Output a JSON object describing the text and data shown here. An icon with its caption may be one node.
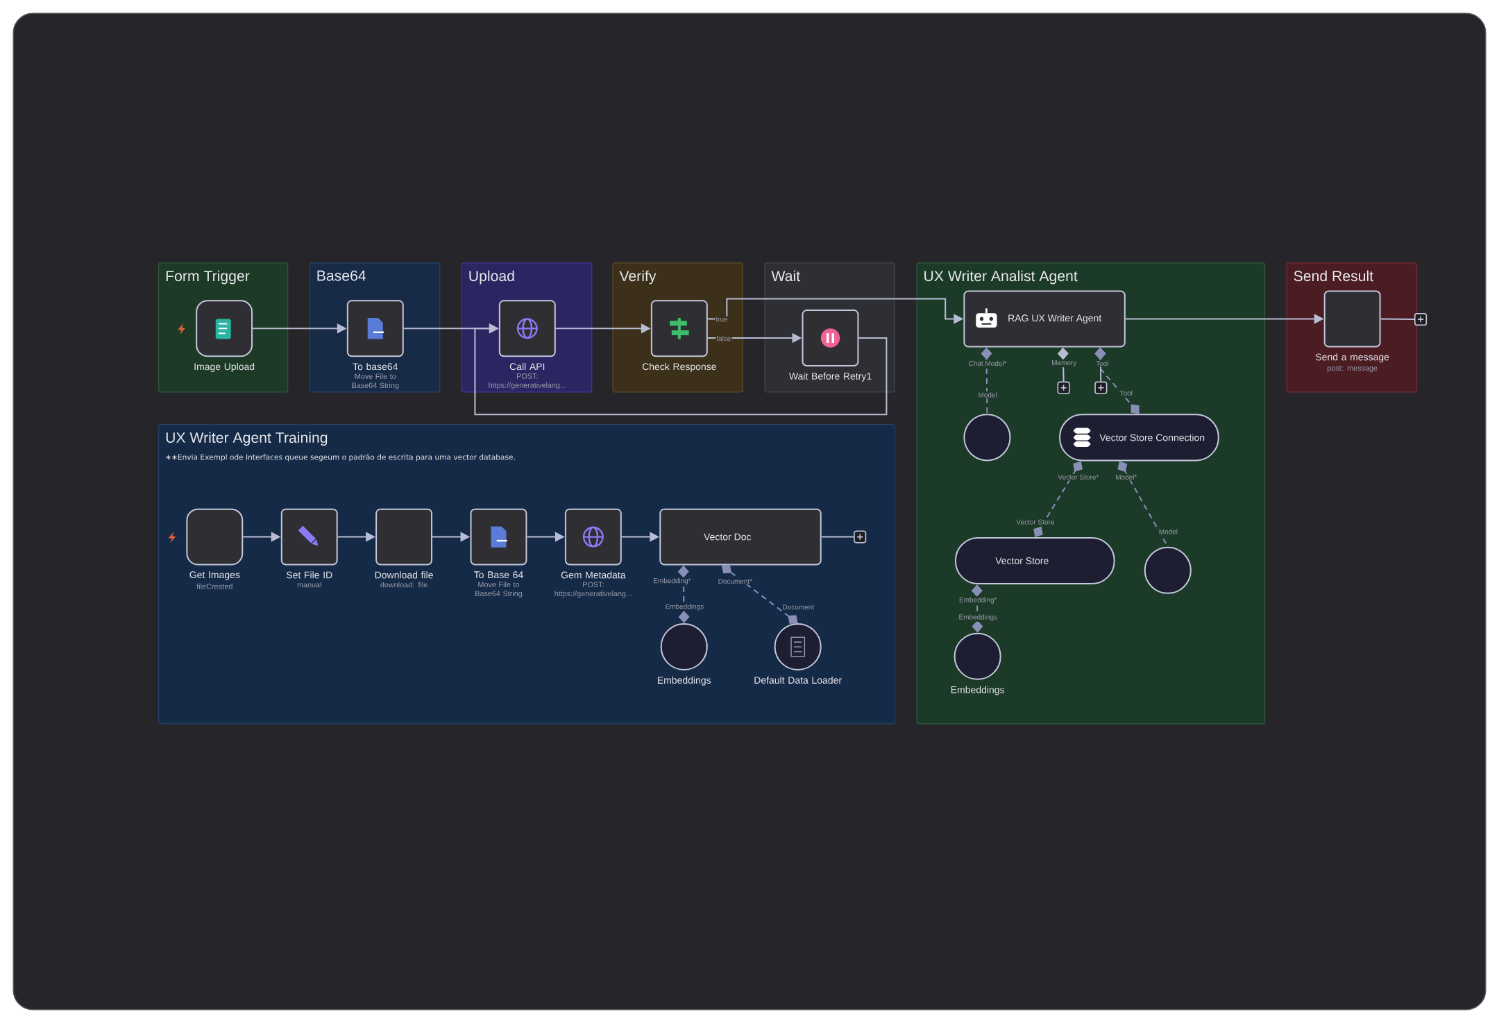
{
  "diagram": {
    "nodes": [
      {
        "text": [
          "Form Trigger"
        ]
      },
      {
        "text": [
          "Image Upload"
        ],
        "in": 0
      },
      {
        "text": [
          "Base64"
        ]
      },
      {
        "text": [
          "To base64",
          "Move File to Base64 String"
        ],
        "in": 2
      },
      {
        "text": [
          "Upload"
        ]
      },
      {
        "text": [
          "Call API",
          "POST: https://generativelang..."
        ],
        "in": 4
      },
      {
        "text": [
          "Verify"
        ]
      },
      {
        "text": [
          "Check Response"
        ],
        "in": 6
      },
      {
        "text": [
          "Wait"
        ]
      },
      {
        "text": [
          "Wait Before Retry1"
        ],
        "in": 8
      },
      {
        "text": [
          "UX Writer Analist Agent"
        ]
      },
      {
        "text": [
          "RAG UX Writer Agent"
        ],
        "in": 10
      },
      {
        "text": [],
        "shape": "box",
        "in": 10
      },
      {
        "text": [],
        "shape": "box",
        "in": 10
      },
      {
        "text": [],
        "shape": "circle",
        "in": 10
      },
      {
        "text": [
          "Vector Store Connection"
        ],
        "in": 10
      },
      {
        "text": [
          "Vector Store"
        ],
        "in": 10
      },
      {
        "text": [],
        "shape": "circle",
        "in": 10
      },
      {
        "text": [
          "Embeddings"
        ],
        "in": 10
      },
      {
        "text": [
          "Send Result"
        ]
      },
      {
        "text": [
          "Send a message",
          "post: message"
        ],
        "in": 19
      },
      {
        "text": [],
        "shape": "box"
      },
      {
        "text": [
          "UX Writer Agent Training",
          "∗∗Envia Exempl ode Interfaces queue segeum o padrão de escrita para uma vector database."
        ]
      },
      {
        "text": [
          "Get Images",
          "fileCreated"
        ],
        "in": 22
      },
      {
        "text": [
          "Set File ID",
          "manual"
        ],
        "in": 22
      },
      {
        "text": [
          "Download file",
          "download: file"
        ],
        "in": 22
      },
      {
        "text": [
          "To Base 64",
          "Move File to Base64 String"
        ],
        "in": 22
      },
      {
        "text": [
          "Gem Metadata",
          "POST: https://generativelang..."
        ],
        "in": 22
      },
      {
        "text": [
          "Vector Doc"
        ],
        "in": 22
      },
      {
        "text": [],
        "shape": "box",
        "in": 22
      },
      {
        "text": [
          "Embeddings"
        ],
        "in": 22
      },
      {
        "text": [
          "Default Data Loader"
        ],
        "in": 22
      }
    ],
    "edges": [
      {
        "from": 1,
        "to": 3,
        "arrow": "to"
      },
      {
        "from": 3,
        "to": 5,
        "arrow": "to"
      },
      {
        "from": 5,
        "to": 7,
        "arrow": "to"
      },
      {
        "from": 7,
        "to": 11,
        "arrow": "to",
        "label": "true"
      },
      {
        "from": 7,
        "to": 9,
        "arrow": "to",
        "label": "false"
      },
      {
        "from": 9,
        "to": 5,
        "arrow": "to"
      },
      {
        "from": 11,
        "to": 20,
        "arrow": "to"
      },
      {
        "from": 11,
        "to": 14,
        "arrow": "other",
        "style": "dashed",
        "color": "#8a8fb8"
      },
      {
        "from": 11,
        "to": 12,
        "arrow": "other"
      },
      {
        "from": 11,
        "to": 13,
        "arrow": "other"
      },
      {
        "from": 11,
        "to": 15,
        "arrow": "other",
        "style": "dashed",
        "color": "#8a8fb8"
      },
      {
        "from": 15,
        "to": 16,
        "arrow": "other",
        "style": "dashed",
        "color": "#8a8fb8"
      },
      {
        "from": 15,
        "to": 17,
        "arrow": "other",
        "style": "dashed",
        "color": "#8a8fb8"
      },
      {
        "from": 16,
        "to": 18,
        "arrow": "other",
        "style": "dashed",
        "color": "#8a8fb8"
      },
      {
        "from": 20,
        "to": 21,
        "arrow": "none"
      },
      {
        "from": 23,
        "to": 24,
        "arrow": "to"
      },
      {
        "from": 24,
        "to": 25,
        "arrow": "to"
      },
      {
        "from": 25,
        "to": 26,
        "arrow": "to"
      },
      {
        "from": 26,
        "to": 27,
        "arrow": "to"
      },
      {
        "from": 27,
        "to": 28,
        "arrow": "to"
      },
      {
        "from": 28,
        "to": 29,
        "arrow": "none"
      },
      {
        "from": 28,
        "to": 30,
        "arrow": "other",
        "style": "dashed",
        "color": "#8a8fb8"
      },
      {
        "from": 28,
        "to": 31,
        "arrow": "other",
        "style": "dashed",
        "color": "#8a8fb8"
      }
    ],
    "labels": [
      "Chat Model*",
      "Memory",
      "Tool",
      "Model",
      "Tool",
      "Vector Store*",
      "Model*",
      "Vector Store",
      "Model",
      "Embedding*",
      "Embeddings",
      "Embedding*",
      "Document*",
      "Embeddings",
      "Document"
    ]
  }
}
